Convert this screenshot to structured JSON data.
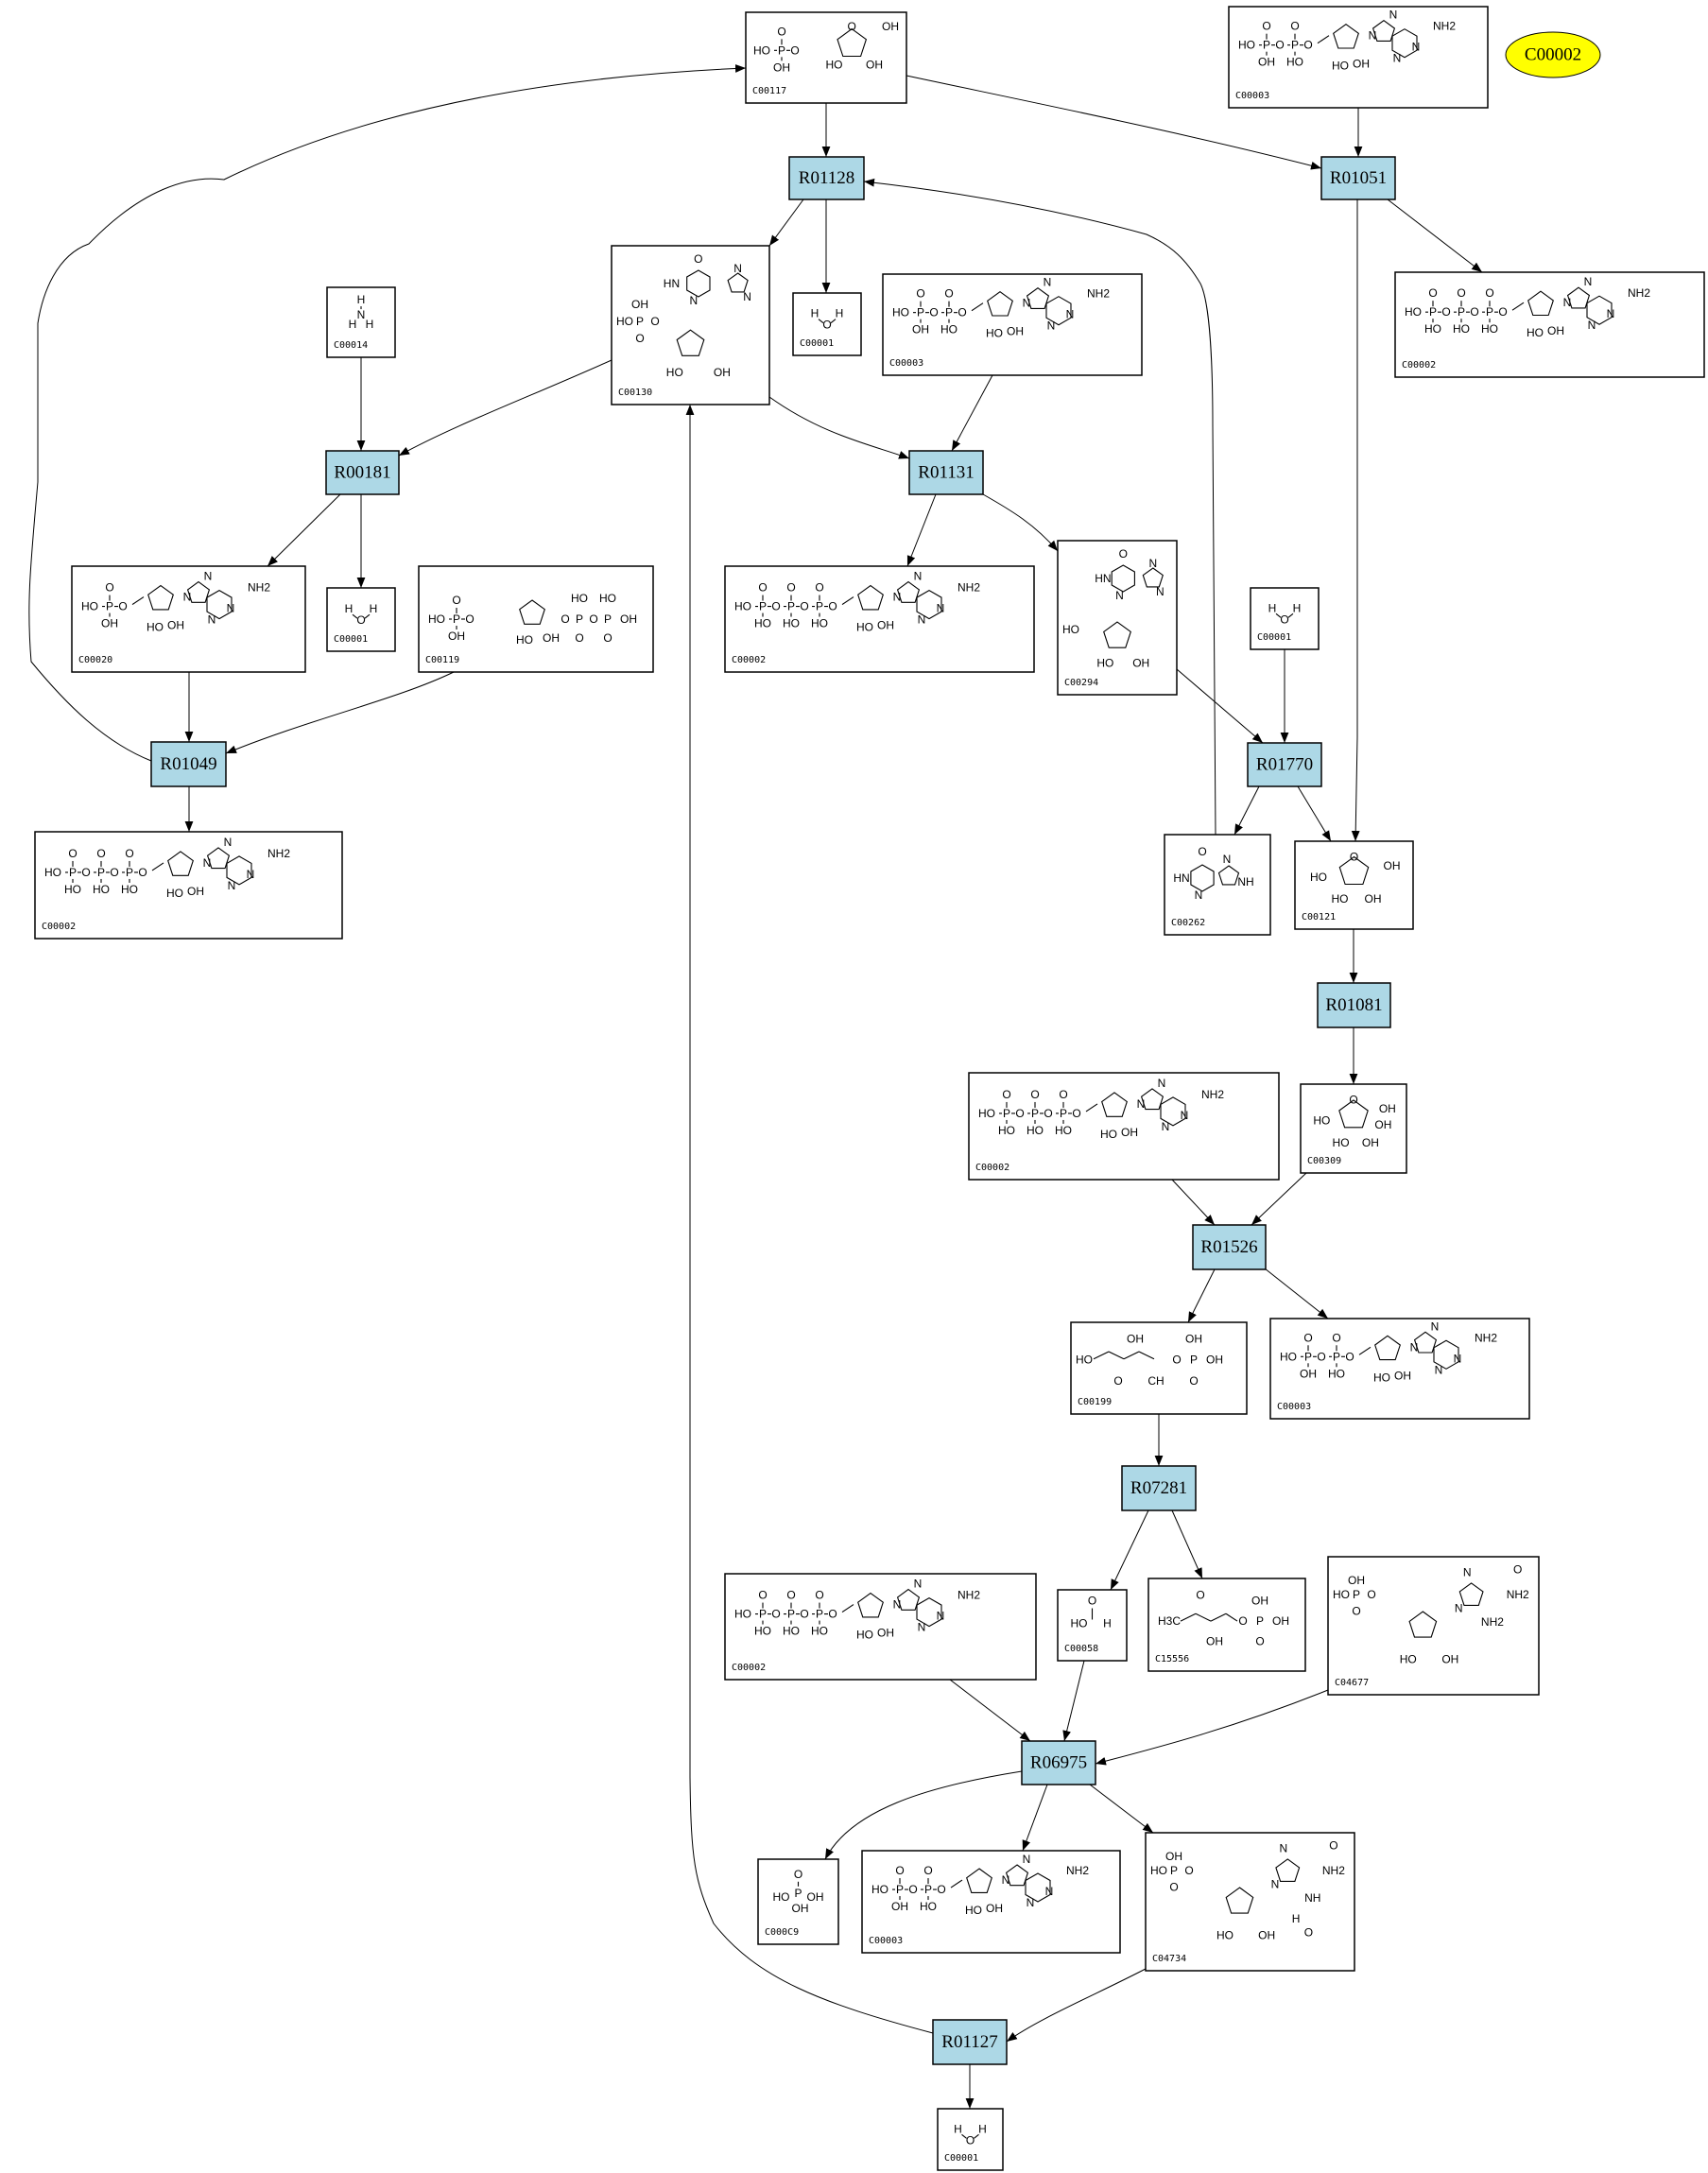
{
  "diagram": {
    "type": "metabolic pathway graph",
    "legend_node": {
      "label": "C00002",
      "color": "#ffff00"
    },
    "colors": {
      "reaction_fill": "#add8e6",
      "compound_fill": "#ffffff",
      "highlight": "#ffff00",
      "edge": "#000000"
    },
    "reactions": [
      {
        "id": "R01128",
        "label": "R01128"
      },
      {
        "id": "R01051",
        "label": "R01051"
      },
      {
        "id": "R00181",
        "label": "R00181"
      },
      {
        "id": "R01131",
        "label": "R01131"
      },
      {
        "id": "R01049",
        "label": "R01049"
      },
      {
        "id": "R01770",
        "label": "R01770"
      },
      {
        "id": "R01081",
        "label": "R01081"
      },
      {
        "id": "R01526",
        "label": "R01526"
      },
      {
        "id": "R07281",
        "label": "R07281"
      },
      {
        "id": "R06975",
        "label": "R06975"
      },
      {
        "id": "R01127",
        "label": "R01127"
      }
    ],
    "compounds": [
      {
        "key": "c00117",
        "label": "C00117",
        "kind": "ribose5p"
      },
      {
        "key": "c00003_top",
        "label": "C00003",
        "kind": "nad"
      },
      {
        "key": "c00130",
        "label": "C00130",
        "kind": "imp"
      },
      {
        "key": "c00001_a",
        "label": "C00001",
        "kind": "water"
      },
      {
        "key": "c00003_b",
        "label": "C00003",
        "kind": "nad"
      },
      {
        "key": "c00002_tr",
        "label": "C00002",
        "kind": "atp"
      },
      {
        "key": "c00014",
        "label": "C00014",
        "kind": "ammonia"
      },
      {
        "key": "c00020",
        "label": "C00020",
        "kind": "amp"
      },
      {
        "key": "c00001_b",
        "label": "C00001",
        "kind": "water"
      },
      {
        "key": "c00119",
        "label": "C00119",
        "kind": "prpp"
      },
      {
        "key": "c00002_mid",
        "label": "C00002",
        "kind": "atp"
      },
      {
        "key": "c00294",
        "label": "C00294",
        "kind": "inosine"
      },
      {
        "key": "c00001_c",
        "label": "C00001",
        "kind": "water"
      },
      {
        "key": "c00002_left",
        "label": "C00002",
        "kind": "atp"
      },
      {
        "key": "c00262",
        "label": "C00262",
        "kind": "hypoxanthine"
      },
      {
        "key": "c00121",
        "label": "C00121",
        "kind": "ribose"
      },
      {
        "key": "c00002_r1526",
        "label": "C00002",
        "kind": "atp"
      },
      {
        "key": "c00309",
        "label": "C00309",
        "kind": "ribulose"
      },
      {
        "key": "c00199",
        "label": "C00199",
        "kind": "ribulose5p"
      },
      {
        "key": "c00003_r1526",
        "label": "C00003",
        "kind": "nad"
      },
      {
        "key": "c00002_r6975",
        "label": "C00002",
        "kind": "atp"
      },
      {
        "key": "c00058",
        "label": "C00058",
        "kind": "formate"
      },
      {
        "key": "c15556",
        "label": "C15556",
        "kind": "dhbp"
      },
      {
        "key": "c04677",
        "label": "C04677",
        "kind": "aicar"
      },
      {
        "key": "c00009",
        "label": "C000C9",
        "kind": "phosphate"
      },
      {
        "key": "c00003_bot",
        "label": "C00003",
        "kind": "nad"
      },
      {
        "key": "c04734",
        "label": "C04734",
        "kind": "faicar"
      },
      {
        "key": "c00001_d",
        "label": "C00001",
        "kind": "water"
      }
    ],
    "structure_text": {
      "water": [
        "H",
        "O",
        "H"
      ],
      "ammonia": [
        "H",
        "N",
        "H",
        "H"
      ],
      "phosphate": [
        "O",
        "P",
        "HO",
        "OH",
        "OH"
      ],
      "formate": [
        "O",
        "HO",
        "H"
      ],
      "atp": [
        "O",
        "O",
        "O",
        "HO",
        "P",
        "O",
        "P",
        "O",
        "P",
        "O",
        "HO",
        "HO",
        "HO",
        "O",
        "N",
        "N",
        "NH2",
        "N",
        "N",
        "HO",
        "OH"
      ],
      "nad": [
        "O",
        "O",
        "HO",
        "P",
        "O",
        "P",
        "O",
        "OH",
        "OH",
        "O",
        "N",
        "N",
        "NH2",
        "N",
        "N",
        "HO",
        "OH"
      ],
      "amp": [
        "O",
        "HO",
        "P",
        "O",
        "HO",
        "O",
        "N",
        "N",
        "NH2",
        "N",
        "N",
        "HO",
        "OH"
      ],
      "prpp": [
        "O",
        "HO",
        "P",
        "O",
        "OH",
        "O",
        "O",
        "P",
        "O",
        "P",
        "OH",
        "HO",
        "HO",
        "O",
        "O",
        "HO",
        "OH"
      ],
      "imp": [
        "O",
        "HN",
        "N",
        "N",
        "N",
        "OH",
        "HO",
        "P",
        "O",
        "O",
        "O",
        "HO",
        "OH"
      ],
      "inosine": [
        "O",
        "HN",
        "N",
        "N",
        "N",
        "HO",
        "O",
        "HO",
        "OH"
      ],
      "hypoxanthine": [
        "O",
        "HN",
        "N",
        "N",
        "NH"
      ],
      "ribose": [
        "O",
        "OH",
        "HO",
        "HO",
        "OH"
      ],
      "ribose5p": [
        "O",
        "HO",
        "P",
        "O",
        "OH",
        "O",
        "OH",
        "HO",
        "OH"
      ],
      "ribulose": [
        "O",
        "OH",
        "OH",
        "HO",
        "OH"
      ],
      "ribulose5p": [
        "OH",
        "OH",
        "HO",
        "O",
        "P",
        "OH",
        "O",
        "CH",
        "O"
      ],
      "dhbp": [
        "O",
        "OH",
        "H3C",
        "O",
        "P",
        "OH",
        "OH",
        "O"
      ],
      "aicar": [
        "OH",
        "HO",
        "P",
        "O",
        "O",
        "N",
        "O",
        "NH2",
        "N",
        "O",
        "NH2",
        "HO",
        "OH"
      ],
      "faicar": [
        "OH",
        "HO",
        "P",
        "O",
        "O",
        "N",
        "O",
        "NH2",
        "N",
        "O",
        "NH",
        "H",
        "O",
        "HO",
        "OH"
      ]
    }
  }
}
